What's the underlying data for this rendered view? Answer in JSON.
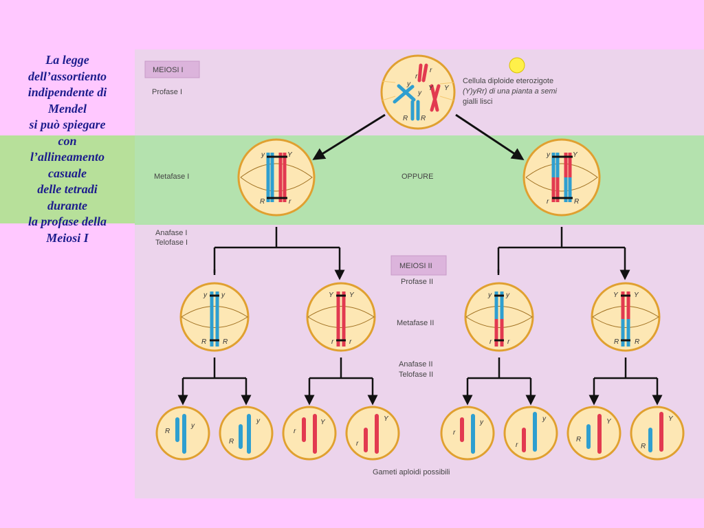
{
  "sidebar": {
    "lines": [
      "La legge",
      "dell’assortiento",
      "indipendente di",
      "Mendel",
      "si può spiegare",
      "con",
      "l’allineamento",
      "casuale",
      "delle tetradi",
      "durante",
      "la  profase della",
      "Meiosi I"
    ]
  },
  "diagram": {
    "meiosi1": "MEIOSI I",
    "profase1": "Profase I",
    "cell_caption": [
      "Cellula diploide eterozigote",
      "(Y)yRr) di una pianta a semi",
      "gialli lisci"
    ],
    "metafase1": "Metafase I",
    "oppure": "OPPURE",
    "anafase1": "Anafase I",
    "telofase1": "Telofase I",
    "meiosi2": "MEIOSI II",
    "profase2": "Profase II",
    "metafase2": "Metafase II",
    "anafase2": "Anafase II",
    "telofase2": "Telofase II",
    "gameti": "Gameti aploidi possibili",
    "alleles": {
      "Y": "Y",
      "y": "y",
      "R": "R",
      "r": "r"
    }
  },
  "colors": {
    "blue": "#2e9fd0",
    "red": "#e23a50",
    "cell_fill": "#fde7b4",
    "cell_stroke": "#e0a030",
    "yellow_seed": "#fff04a"
  }
}
